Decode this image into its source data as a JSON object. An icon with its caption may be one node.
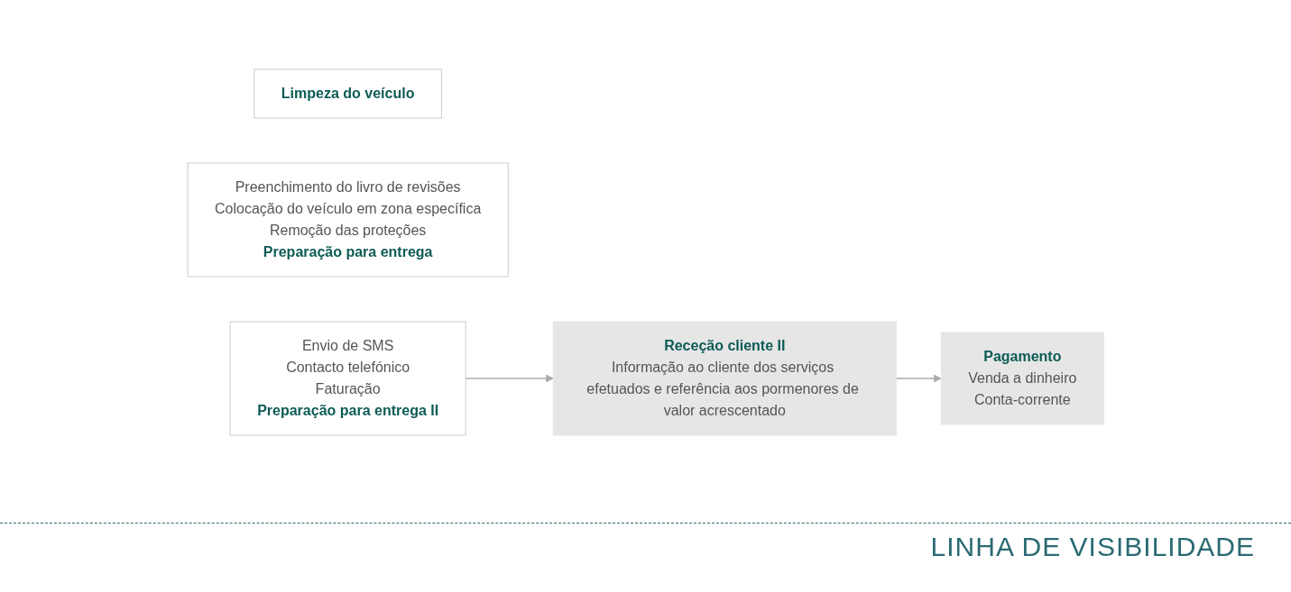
{
  "diagram": {
    "nodes": [
      {
        "text": [
          "Receção cliente II",
          "Informação ao cliente dos serviços efetuados e referência aos pormenores de valor acrescentado"
        ]
      },
      {
        "text": [
          "Pagamento",
          "Venda a dinheiro",
          "Conta-corrente"
        ]
      },
      {
        "text": [
          "Limpeza do veículo"
        ]
      },
      {
        "text": [
          "Preenchimento do livro de revisões",
          "Colocação do veículo em zona específica",
          "Remoção das proteções",
          "Preparação para entrega"
        ]
      },
      {
        "text": [
          "Envio de SMS",
          "Contacto telefónico",
          "Faturação",
          "Preparação para entrega II"
        ]
      }
    ],
    "edges": [
      {
        "from": 4,
        "to": 0,
        "arrow": "to"
      },
      {
        "from": 0,
        "to": 1,
        "arrow": "to"
      }
    ],
    "labels": [
      "LINHA DE VISIBILIDADE"
    ]
  }
}
